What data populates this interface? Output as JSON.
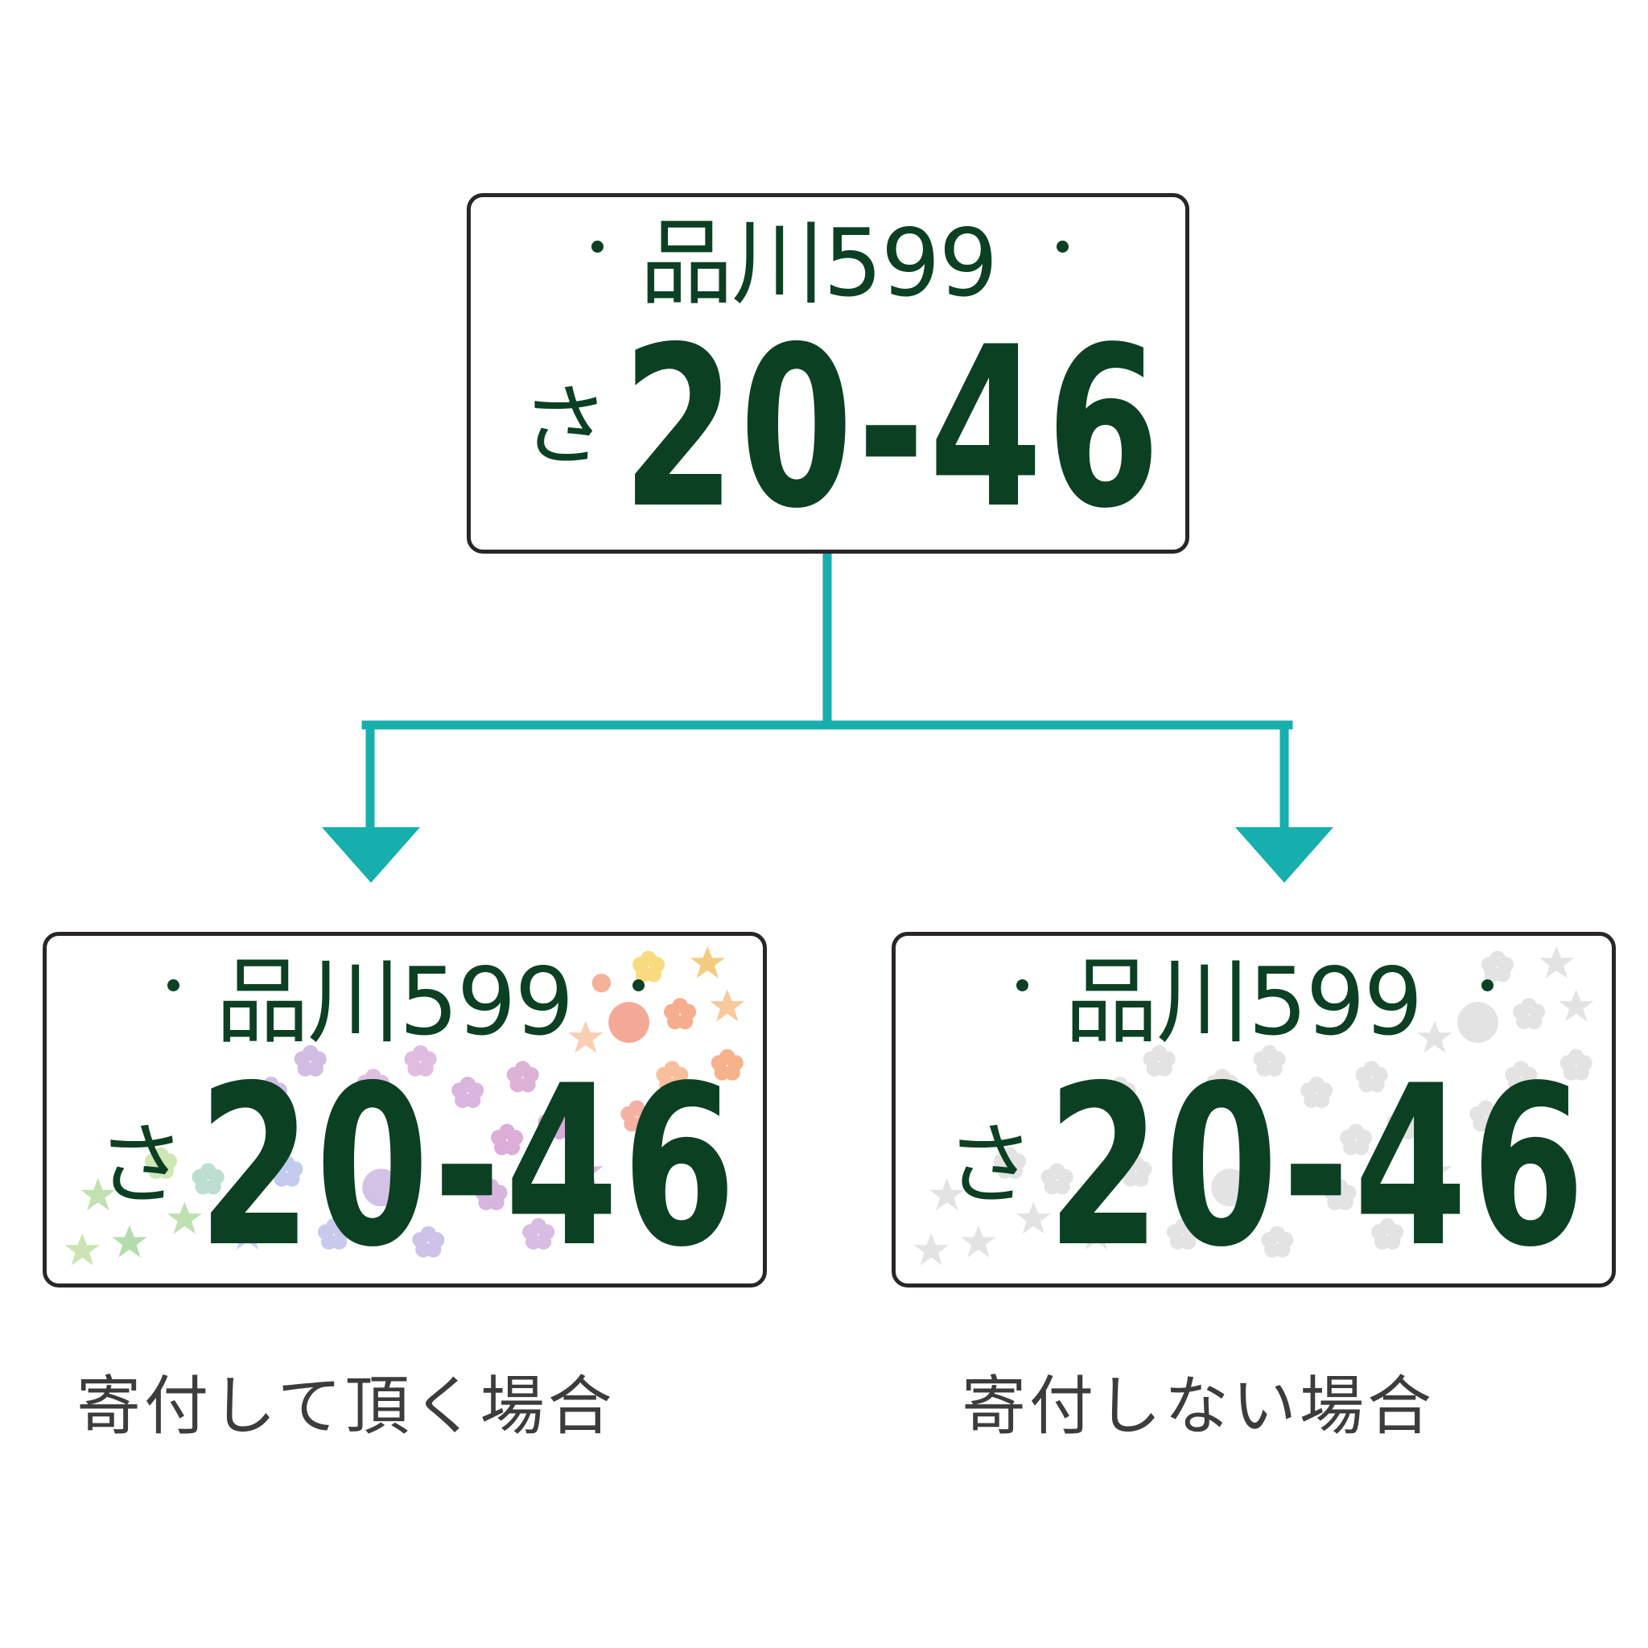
{
  "plates": {
    "top": {
      "region": "品川599",
      "kana": "さ",
      "number": "20-46"
    },
    "left": {
      "region": "品川599",
      "kana": "さ",
      "number": "20-46"
    },
    "right": {
      "region": "品川599",
      "kana": "さ",
      "number": "20-46"
    }
  },
  "captions": {
    "left": "寄付して頂く場合",
    "right": "寄付しない場合"
  },
  "colors": {
    "plate_text": "#0c4023",
    "plate_border": "#2a2526",
    "connector": "#17aeae",
    "caption": "#3c3c3c"
  }
}
